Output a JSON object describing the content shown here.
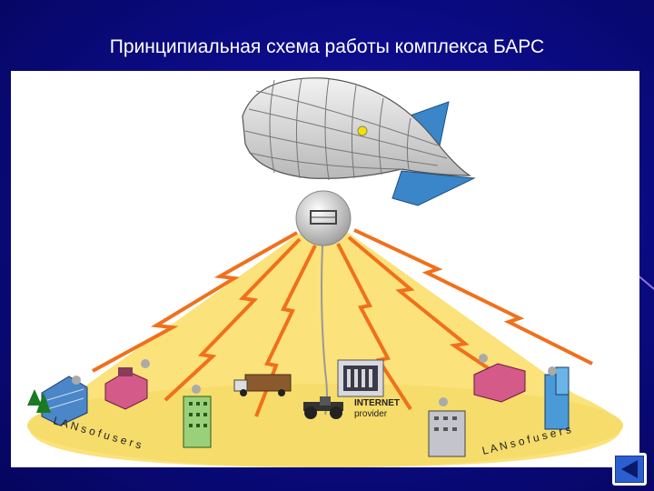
{
  "slide": {
    "title": "Принципиальная схема работы комплекса БАРС"
  },
  "diagram": {
    "internet_label_1": "INTERNET",
    "internet_label_2": "provider",
    "lans_left": "L A N s   o f   u s e r s",
    "lans_right": "L A N s   o f   u s e r s"
  },
  "navigation": {
    "back_icon": "left-triangle-icon"
  },
  "colors": {
    "background": "#0c0c8a",
    "beam": "#fbe27a",
    "lightning": "#f0701c",
    "airship": "#d8d8d8",
    "fin": "#3a86c8"
  }
}
